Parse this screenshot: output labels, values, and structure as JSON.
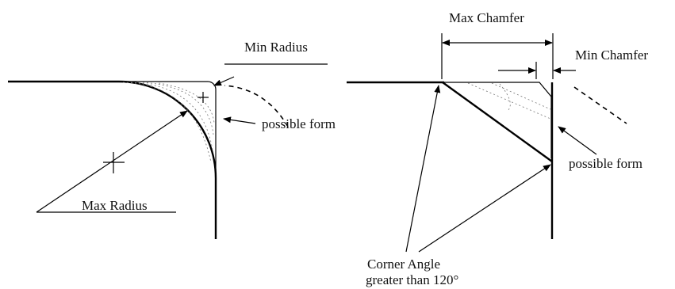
{
  "labels": {
    "min_radius": "Min Radius",
    "possible_form_left": "possible form",
    "max_radius": "Max Radius",
    "max_chamfer": "Max Chamfer",
    "min_chamfer": "Min Chamfer",
    "possible_form_right": "possible form",
    "corner_angle_line1": "Corner Angle",
    "corner_angle_line2": "greater than 120°"
  }
}
